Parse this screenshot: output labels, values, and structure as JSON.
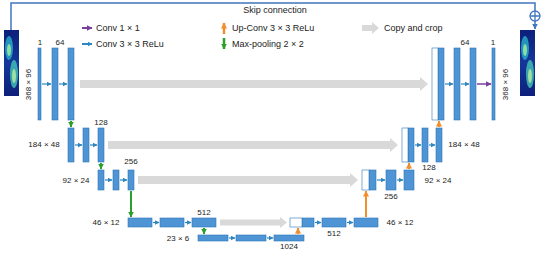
{
  "diagram": {
    "labels": [
      "Skip connection",
      "1",
      "64",
      "368 × 96",
      "128",
      "184 × 48",
      "256",
      "92 × 24",
      "512",
      "46 × 12",
      "23 × 6",
      "1024",
      "512",
      "46 × 12",
      "256",
      "92 × 24",
      "128",
      "184 × 48",
      "64",
      "1",
      "368 × 96"
    ],
    "legend": [
      {
        "text": "Conv 1 × 1"
      },
      {
        "text": "Up-Conv 3 × 3 ReLu"
      },
      {
        "text": "Copy and crop"
      },
      {
        "text": "Conv 3 × 3 ReLu"
      },
      {
        "text": "Max-pooling 2 × 2"
      }
    ]
  }
}
